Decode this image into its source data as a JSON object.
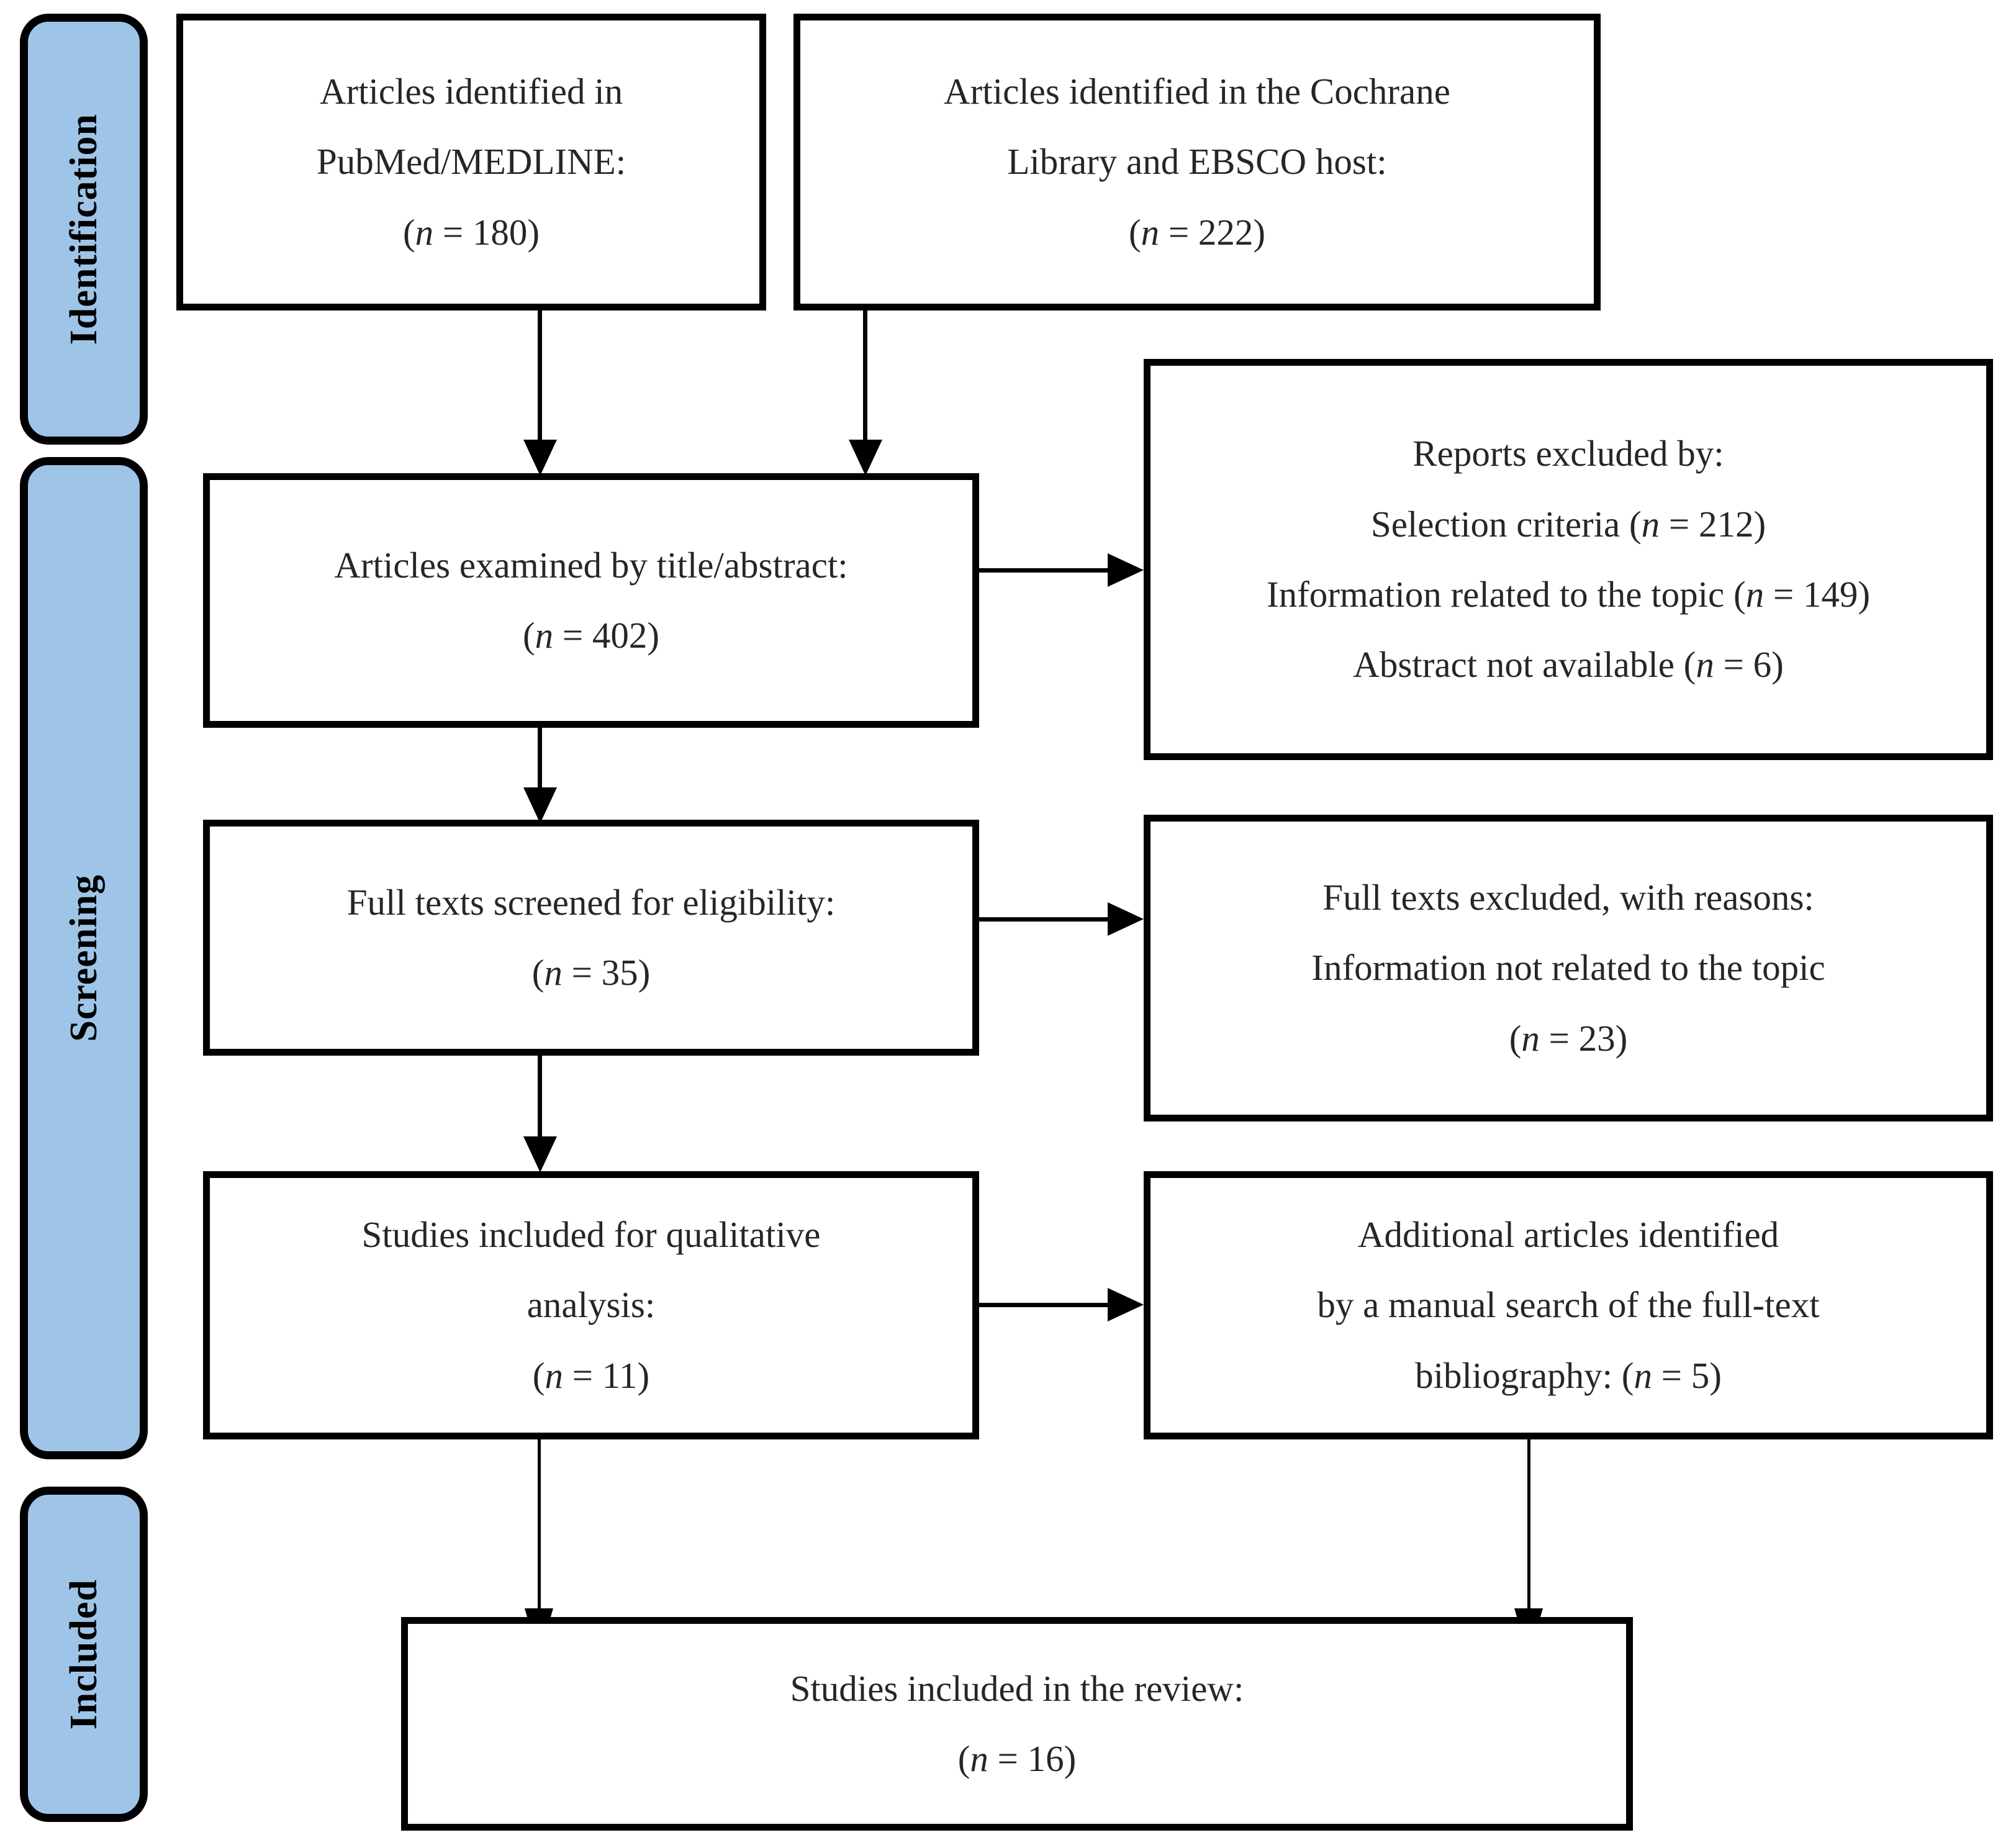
{
  "diagram": {
    "type": "PRISMA flow diagram",
    "stages": [
      {
        "id": "identification",
        "label": "Identification"
      },
      {
        "id": "screening",
        "label": "Screening"
      },
      {
        "id": "included",
        "label": "Included"
      }
    ],
    "boxes": {
      "pubmed": {
        "lines": [
          "Articles identified in",
          "PubMed/MEDLINE:"
        ],
        "count_prefix": "(",
        "count_n": "n",
        "count_mid": " = ",
        "count_value": "180",
        "count_suffix": ")"
      },
      "cochrane": {
        "lines": [
          "Articles identified in the Cochrane",
          "Library and EBSCO host:"
        ],
        "count_prefix": "(",
        "count_n": "n",
        "count_mid": " = ",
        "count_value": "222",
        "count_suffix": ")"
      },
      "examined": {
        "lines": [
          "Articles examined by title/abstract:"
        ],
        "count_prefix": "(",
        "count_n": "n",
        "count_mid": " = ",
        "count_value": "402",
        "count_suffix": ")"
      },
      "reports_excluded": {
        "heading": "Reports excluded by:",
        "reasons": [
          {
            "text": "Selection criteria ",
            "n": "n",
            "mid": " = ",
            "value": "212"
          },
          {
            "text": "Information related to the topic ",
            "n": "n",
            "mid": " = ",
            "value": "149"
          },
          {
            "text": "Abstract not available ",
            "n": "n",
            "mid": " = ",
            "value": "6"
          }
        ]
      },
      "fulltext_screened": {
        "lines": [
          "Full texts screened for eligibility:"
        ],
        "count_prefix": "(",
        "count_n": "n",
        "count_mid": " = ",
        "count_value": "35",
        "count_suffix": ")"
      },
      "fulltext_excluded": {
        "lines": [
          "Full texts excluded, with reasons:",
          "Information not related to the topic"
        ],
        "count_prefix": "(",
        "count_n": "n",
        "count_mid": " = ",
        "count_value": "23",
        "count_suffix": ")"
      },
      "qualitative": {
        "lines": [
          "Studies included for qualitative",
          "analysis:"
        ],
        "count_prefix": "(",
        "count_n": "n",
        "count_mid": " = ",
        "count_value": "11",
        "count_suffix": ")"
      },
      "additional": {
        "lines": [
          "Additional articles identified",
          "by a manual search of the full-text"
        ],
        "tail_text": "bibliography: (",
        "count_n": "n",
        "count_mid": " = ",
        "count_value": "5",
        "count_suffix": ")"
      },
      "review": {
        "lines": [
          "Studies included in the review:"
        ],
        "count_prefix": "(",
        "count_n": "n",
        "count_mid": " = ",
        "count_value": "16",
        "count_suffix": ")"
      }
    },
    "colors": {
      "stage_fill": "#9EC5E8",
      "stroke": "#000000",
      "box_fill": "#FFFFFF",
      "text": "#262626"
    }
  }
}
